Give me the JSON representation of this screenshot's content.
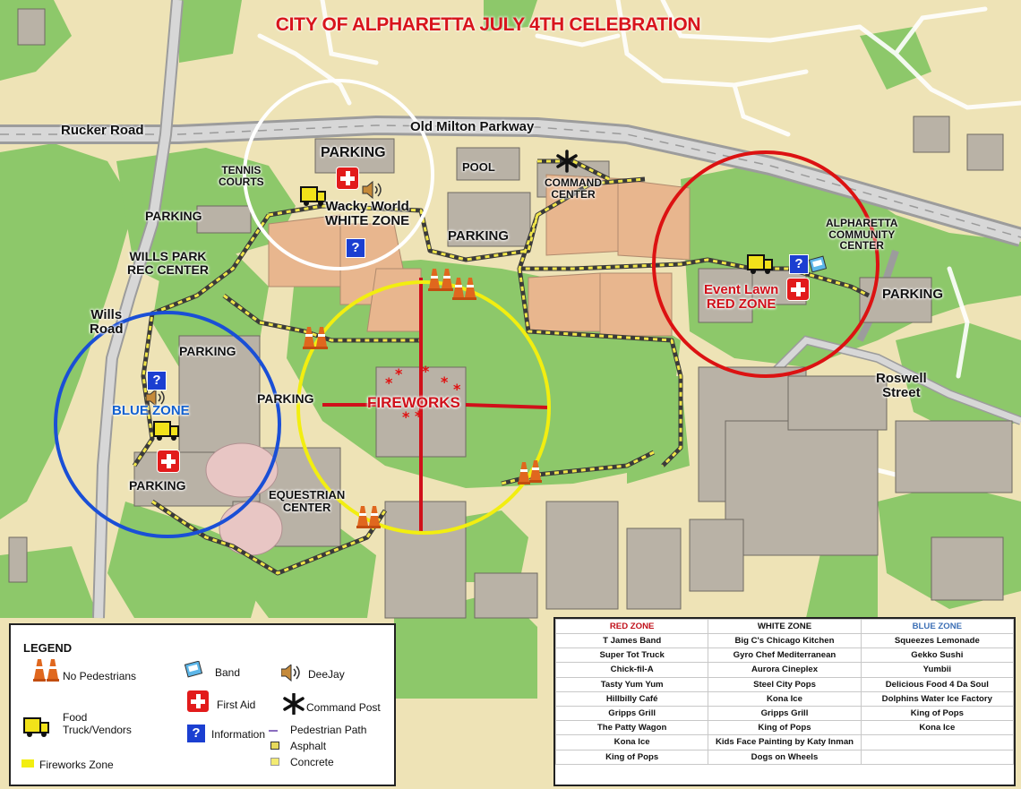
{
  "title": "CITY OF ALPHARETTA JULY 4TH CELEBRATION",
  "roads": {
    "rucker_road": "Rucker Road",
    "old_milton_parkway": "Old Milton Parkway",
    "wills_road": "Wills\nRoad",
    "roswell_street": "Roswell\nStreet"
  },
  "places": {
    "parking_top": "PARKING",
    "tennis_courts": "TENNIS\nCOURTS",
    "pool": "POOL",
    "command_center": "COMMAND\nCENTER",
    "parking_left": "PARKING",
    "wills_park_rec": "WILLS PARK\nREC CENTER",
    "parking_center": "PARKING",
    "alpharetta_cc": "ALPHARETTA\nCOMMUNITY\nCENTER",
    "parking_right": "PARKING",
    "parking_mid_left": "PARKING",
    "parking_fw_left": "PARKING",
    "parking_bottom_left": "PARKING",
    "equestrian_center": "EQUESTRIAN\nCENTER"
  },
  "zones": {
    "white": "Wacky World\nWHITE ZONE",
    "red": "Event Lawn\nRED ZONE",
    "blue": "BLUE ZONE",
    "fireworks": "FIREWORKS"
  },
  "colors": {
    "red_zone": "#dc1212",
    "white_zone": "#ffffff",
    "blue_zone": "#1a4fd6",
    "fireworks_zone": "#f2ee10",
    "grass": "#8dc86a",
    "ground": "#eee3b6",
    "ballfield": "#e8b68e",
    "building": "#b9b2a6",
    "title": "#d8141c"
  },
  "icons": {
    "no_pedestrians": "traffic-cone-icon",
    "band": "band-icon",
    "deejay": "speaker-icon",
    "first_aid": "first-aid-icon",
    "command_post": "asterisk-icon",
    "food": "food-truck-icon",
    "information": "information-icon"
  },
  "legend": {
    "title": "LEGEND",
    "no_pedestrians": "No Pedestrians",
    "band": "Band",
    "deejay": "DeeJay",
    "first_aid": "First Aid",
    "command_post": "Command Post",
    "food": "Food\nTruck/Vendors",
    "information": "Information",
    "pedestrian_path": "Pedestrian Path",
    "asphalt": "Asphalt",
    "concrete": "Concrete",
    "fireworks_zone": "Fireworks Zone"
  },
  "vendor_table": {
    "headers": {
      "red": "RED ZONE",
      "white": "WHITE ZONE",
      "blue": "BLUE ZONE"
    },
    "rows": [
      [
        "T James Band",
        "Big C's Chicago Kitchen",
        "Squeezes Lemonade"
      ],
      [
        "Super Tot Truck",
        "Gyro Chef Mediterranean",
        "Gekko Sushi"
      ],
      [
        "Chick-fil-A",
        "Aurora Cineplex",
        "Yumbii"
      ],
      [
        "Tasty Yum Yum",
        "Steel City Pops",
        "Delicious Food 4 Da Soul"
      ],
      [
        "Hillbilly Café",
        "Kona Ice",
        "Dolphins Water Ice Factory"
      ],
      [
        "Gripps Grill",
        "Gripps Grill",
        "King of Pops"
      ],
      [
        "The Patty Wagon",
        "King of Pops",
        "Kona Ice"
      ],
      [
        "Kona Ice",
        "Kids Face Painting by Katy Inman",
        ""
      ],
      [
        "King of Pops",
        "Dogs on Wheels",
        ""
      ]
    ]
  }
}
